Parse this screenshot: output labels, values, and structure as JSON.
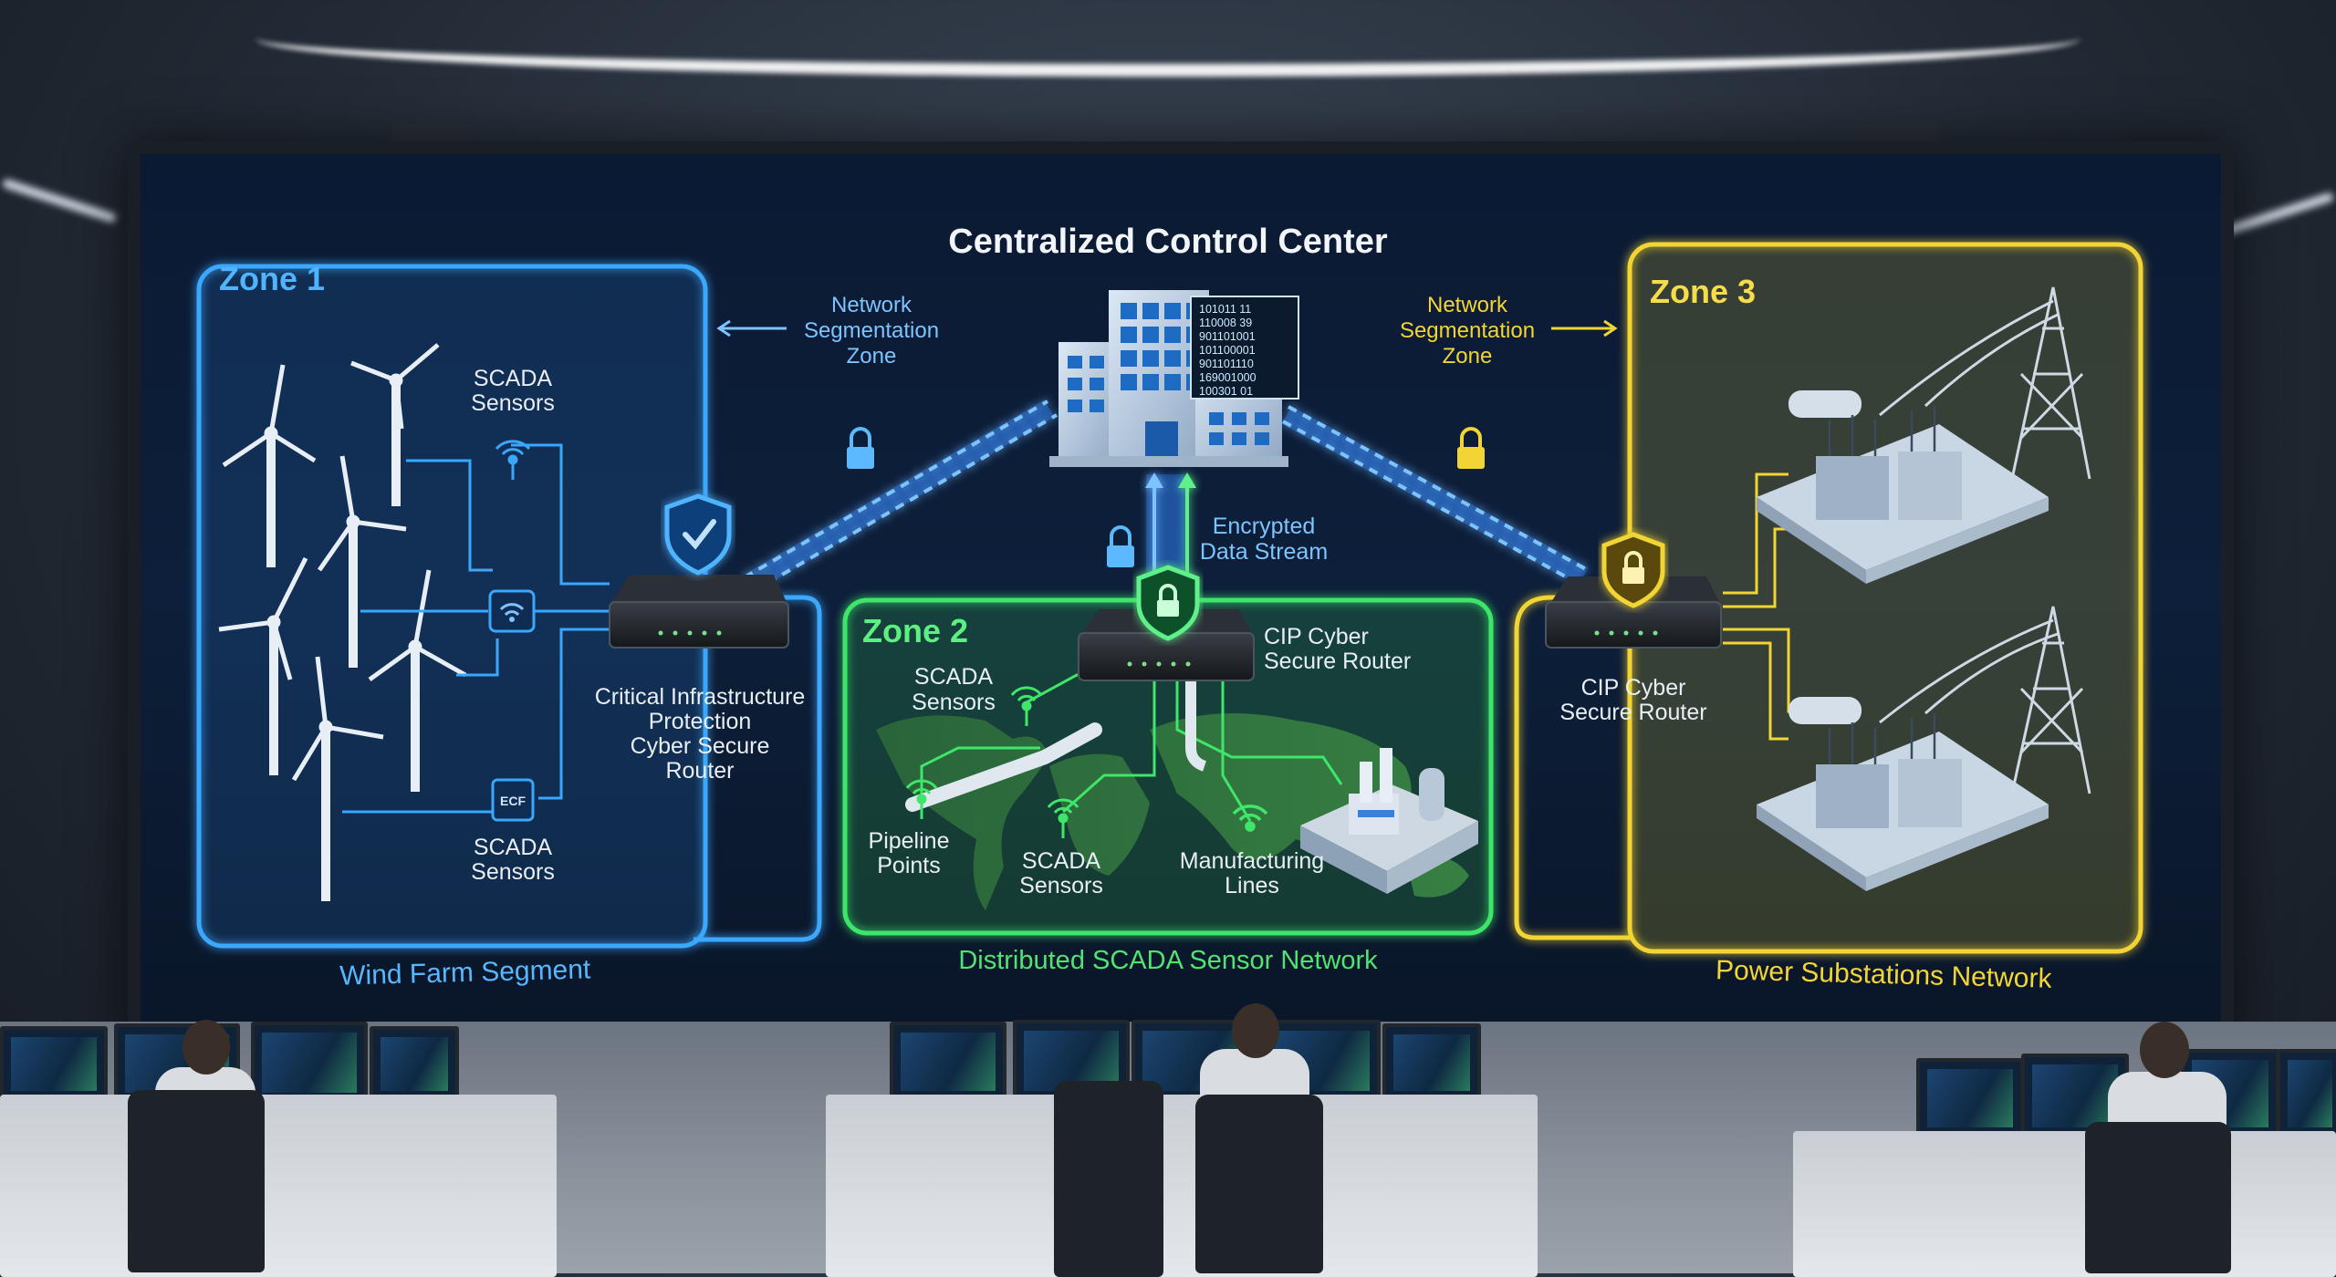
{
  "title": "Centralized Control Center",
  "zone1": {
    "name": "Zone 1",
    "caption": "Wind Farm Segment"
  },
  "zone2": {
    "name": "Zone 2",
    "caption": "Distributed SCADA Sensor Network"
  },
  "zone3": {
    "name": "Zone 3",
    "caption": "Power Substations Network"
  },
  "labels": {
    "seg_left": [
      "Network",
      "Segmentation",
      "Zone"
    ],
    "seg_right": [
      "Network",
      "Segmentation",
      "Zone"
    ],
    "scada_top": [
      "SCADA",
      "Sensors"
    ],
    "scada_bottom": [
      "SCADA",
      "Sensors"
    ],
    "router1": [
      "Critical Infrastructure",
      "Protection",
      "Cyber Secure",
      "Router"
    ],
    "encrypted": [
      "Encrypted",
      "Data Stream"
    ],
    "router2": [
      "CIP Cyber",
      "Secure Router"
    ],
    "router3": [
      "CIP Cyber",
      "Secure Router"
    ],
    "z2_scada_top": [
      "SCADA",
      "Sensors"
    ],
    "pipeline": [
      "Pipeline",
      "Points"
    ],
    "z2_scada_bottom": [
      "SCADA",
      "Sensors"
    ],
    "manufacturing": [
      "Manufacturing",
      "Lines"
    ],
    "ecf_icon_label": "ECF",
    "binary": [
      "101011 11",
      "110008 39",
      "901101001",
      "101100001",
      "901101110",
      "169001000",
      "100301 01"
    ]
  },
  "colors": {
    "zone1": "#3aa7ff",
    "zone2": "#3ee66a",
    "zone3": "#f2d535",
    "text": "#e8eef6",
    "accent_blue": "#7cc4ff"
  }
}
